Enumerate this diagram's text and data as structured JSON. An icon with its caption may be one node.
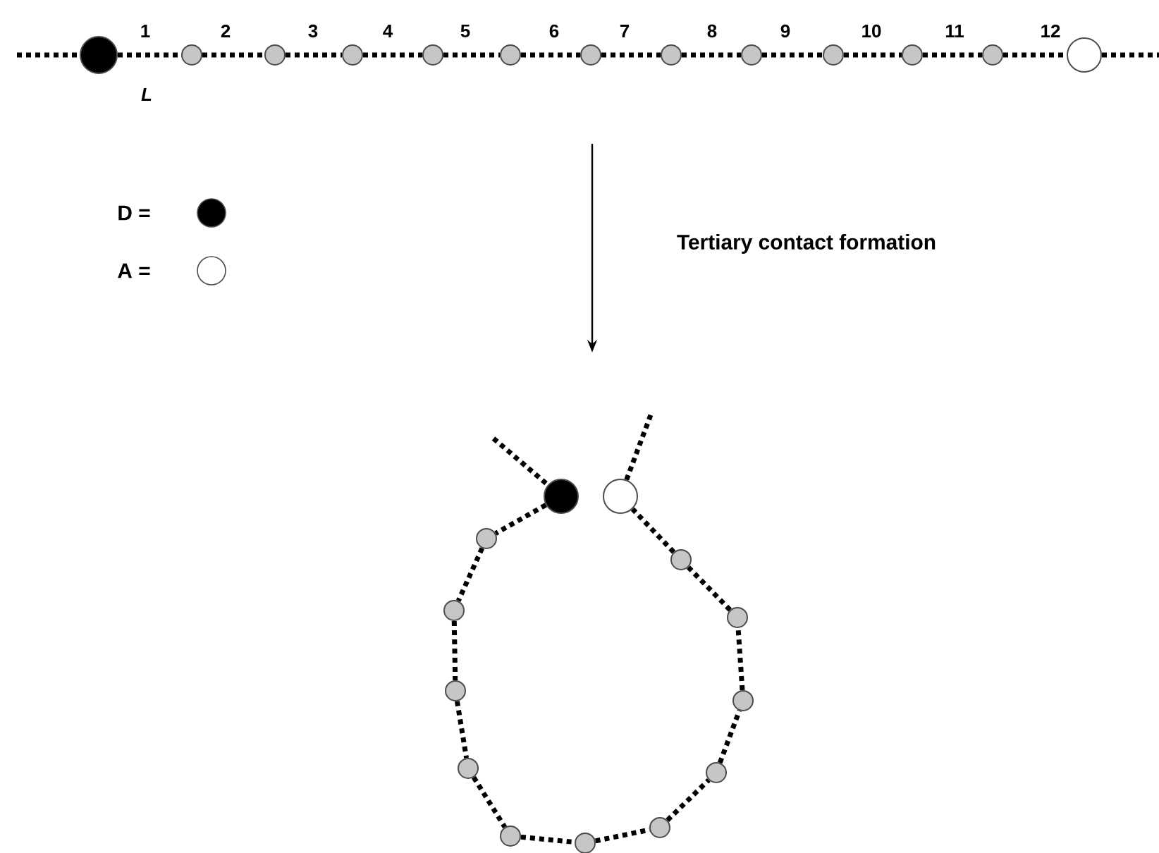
{
  "diagram": {
    "nodes": [
      {
        "text": [],
        "shape": "circle"
      },
      {
        "text": [],
        "shape": "circle"
      },
      {
        "text": [],
        "shape": "circle"
      },
      {
        "text": [],
        "shape": "circle"
      },
      {
        "text": [],
        "shape": "circle"
      },
      {
        "text": [],
        "shape": "circle"
      },
      {
        "text": [],
        "shape": "circle"
      },
      {
        "text": [],
        "shape": "circle"
      },
      {
        "text": [],
        "shape": "circle"
      },
      {
        "text": [],
        "shape": "circle"
      },
      {
        "text": [],
        "shape": "circle"
      },
      {
        "text": [],
        "shape": "circle"
      },
      {
        "text": [],
        "shape": "circle"
      },
      {
        "text": [],
        "shape": "circle"
      },
      {
        "text": [],
        "shape": "circle"
      },
      {
        "text": [],
        "shape": "circle"
      },
      {
        "text": [],
        "shape": "circle"
      },
      {
        "text": [],
        "shape": "circle"
      },
      {
        "text": [],
        "shape": "circle"
      },
      {
        "text": [],
        "shape": "circle"
      },
      {
        "text": [],
        "shape": "circle"
      },
      {
        "text": [],
        "shape": "circle"
      },
      {
        "text": [],
        "shape": "circle"
      },
      {
        "text": [],
        "shape": "circle"
      },
      {
        "text": [],
        "shape": "circle"
      },
      {
        "text": [],
        "shape": "circle"
      }
    ],
    "edges": [
      {
        "from": null,
        "to": 0,
        "arrow": "none"
      },
      {
        "from": 0,
        "to": 1,
        "arrow": "none"
      },
      {
        "from": 1,
        "to": 2,
        "arrow": "none"
      },
      {
        "from": 2,
        "to": 3,
        "arrow": "none"
      },
      {
        "from": 3,
        "to": 4,
        "arrow": "none"
      },
      {
        "from": 4,
        "to": 5,
        "arrow": "none"
      },
      {
        "from": 5,
        "to": 6,
        "arrow": "none"
      },
      {
        "from": 6,
        "to": 7,
        "arrow": "none"
      },
      {
        "from": 7,
        "to": 8,
        "arrow": "none"
      },
      {
        "from": 8,
        "to": 9,
        "arrow": "none"
      },
      {
        "from": 9,
        "to": 10,
        "arrow": "none"
      },
      {
        "from": 10,
        "to": 11,
        "arrow": "none"
      },
      {
        "from": 11,
        "to": 12,
        "arrow": "none"
      },
      {
        "from": 12,
        "to": null,
        "arrow": "none"
      },
      {
        "from": null,
        "to": 13,
        "arrow": "none"
      },
      {
        "from": 13,
        "to": 14,
        "arrow": "none"
      },
      {
        "from": 14,
        "to": 15,
        "arrow": "none"
      },
      {
        "from": 15,
        "to": 16,
        "arrow": "none"
      },
      {
        "from": 16,
        "to": 17,
        "arrow": "none"
      },
      {
        "from": 17,
        "to": 18,
        "arrow": "none"
      },
      {
        "from": 18,
        "to": 19,
        "arrow": "none"
      },
      {
        "from": 19,
        "to": 20,
        "arrow": "none"
      },
      {
        "from": 20,
        "to": 21,
        "arrow": "none"
      },
      {
        "from": 21,
        "to": 22,
        "arrow": "none"
      },
      {
        "from": 22,
        "to": 23,
        "arrow": "none"
      },
      {
        "from": 23,
        "to": 24,
        "arrow": "none"
      },
      {
        "from": 24,
        "to": 25,
        "arrow": "none"
      },
      {
        "from": 25,
        "to": null,
        "arrow": "none"
      }
    ],
    "labels": [
      "1",
      "2",
      "3",
      "4",
      "5",
      "6",
      "7",
      "8",
      "9",
      "10",
      "11",
      "12",
      "L",
      "Tertiary contact formation"
    ],
    "legend": [
      {
        "text": "D ="
      },
      {
        "text": "A ="
      }
    ]
  }
}
